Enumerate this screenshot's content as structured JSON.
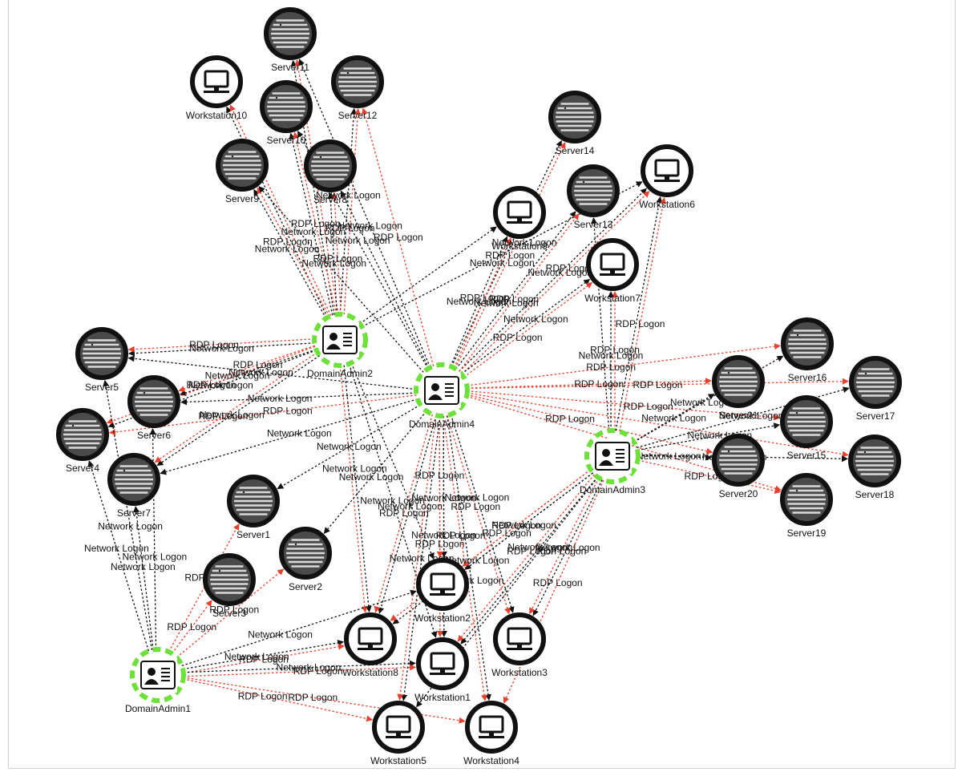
{
  "nodes": [
    {
      "id": "Server11",
      "label": "Server11",
      "kind": "server"
    },
    {
      "id": "Workstation10",
      "label": "Workstation10",
      "kind": "workstation"
    },
    {
      "id": "Server12",
      "label": "Server12",
      "kind": "server"
    },
    {
      "id": "Server10",
      "label": "Server10",
      "kind": "server"
    },
    {
      "id": "Server9",
      "label": "Server9",
      "kind": "server"
    },
    {
      "id": "Server8",
      "label": "Server8",
      "kind": "server"
    },
    {
      "id": "Server14",
      "label": "Server14",
      "kind": "server"
    },
    {
      "id": "Workstation6",
      "label": "Workstation6",
      "kind": "workstation"
    },
    {
      "id": "Server13",
      "label": "Server13",
      "kind": "server"
    },
    {
      "id": "Workstation9",
      "label": "Workstation9",
      "kind": "workstation"
    },
    {
      "id": "Workstation7",
      "label": "Workstation7",
      "kind": "workstation"
    },
    {
      "id": "DomainAdmin2",
      "label": "DomainAdmin2",
      "kind": "admin"
    },
    {
      "id": "DomainAdmin4",
      "label": "DomainAdmin4",
      "kind": "admin"
    },
    {
      "id": "DomainAdmin3",
      "label": "DomainAdmin3",
      "kind": "admin"
    },
    {
      "id": "DomainAdmin1",
      "label": "DomainAdmin1",
      "kind": "admin"
    },
    {
      "id": "Server5",
      "label": "Server5",
      "kind": "server"
    },
    {
      "id": "Server6",
      "label": "Server6",
      "kind": "server"
    },
    {
      "id": "Server4",
      "label": "Server4",
      "kind": "server"
    },
    {
      "id": "Server7",
      "label": "Server7",
      "kind": "server"
    },
    {
      "id": "Server1",
      "label": "Server1",
      "kind": "server"
    },
    {
      "id": "Server2",
      "label": "Server2",
      "kind": "server"
    },
    {
      "id": "Server3",
      "label": "Server3",
      "kind": "server"
    },
    {
      "id": "Server16",
      "label": "Server16",
      "kind": "server"
    },
    {
      "id": "Server21",
      "label": "Server21",
      "kind": "server"
    },
    {
      "id": "Server17",
      "label": "Server17",
      "kind": "server"
    },
    {
      "id": "Server15",
      "label": "Server15",
      "kind": "server"
    },
    {
      "id": "Server20",
      "label": "Server20",
      "kind": "server"
    },
    {
      "id": "Server18",
      "label": "Server18",
      "kind": "server"
    },
    {
      "id": "Server19",
      "label": "Server19",
      "kind": "server"
    },
    {
      "id": "Workstation2",
      "label": "Workstation2",
      "kind": "workstation"
    },
    {
      "id": "Workstation8",
      "label": "Workstation8",
      "kind": "workstation"
    },
    {
      "id": "Workstation1",
      "label": "Workstation1",
      "kind": "workstation"
    },
    {
      "id": "Workstation3",
      "label": "Workstation3",
      "kind": "workstation"
    },
    {
      "id": "Workstation5",
      "label": "Workstation5",
      "kind": "workstation"
    },
    {
      "id": "Workstation4",
      "label": "Workstation4",
      "kind": "workstation"
    }
  ],
  "edges": [
    {
      "from": "DomainAdmin2",
      "to": "Server11",
      "type": "network",
      "label": ""
    },
    {
      "from": "DomainAdmin2",
      "to": "Server11",
      "type": "rdp",
      "label": ""
    },
    {
      "from": "DomainAdmin2",
      "to": "Workstation10",
      "type": "network",
      "label": ""
    },
    {
      "from": "DomainAdmin2",
      "to": "Workstation10",
      "type": "rdp",
      "label": ""
    },
    {
      "from": "DomainAdmin2",
      "to": "Server12",
      "type": "network",
      "label": "Network Logon"
    },
    {
      "from": "DomainAdmin2",
      "to": "Server12",
      "type": "rdp",
      "label": "RDP Logon"
    },
    {
      "from": "DomainAdmin2",
      "to": "Server10",
      "type": "network",
      "label": "Network Logon"
    },
    {
      "from": "DomainAdmin2",
      "to": "Server10",
      "type": "rdp",
      "label": "RDP Logon"
    },
    {
      "from": "DomainAdmin2",
      "to": "Server9",
      "type": "network",
      "label": "Network Logon"
    },
    {
      "from": "DomainAdmin2",
      "to": "Server9",
      "type": "rdp",
      "label": "RDP Logon"
    },
    {
      "from": "DomainAdmin2",
      "to": "Server8",
      "type": "network",
      "label": "Network Logon"
    },
    {
      "from": "DomainAdmin2",
      "to": "Server8",
      "type": "rdp",
      "label": "RDP Logon"
    },
    {
      "from": "DomainAdmin2",
      "to": "Server5",
      "type": "network",
      "label": "Network Logon"
    },
    {
      "from": "DomainAdmin2",
      "to": "Server5",
      "type": "rdp",
      "label": "RDP Logon"
    },
    {
      "from": "DomainAdmin2",
      "to": "Server6",
      "type": "network",
      "label": "Network Logon"
    },
    {
      "from": "DomainAdmin2",
      "to": "Server6",
      "type": "rdp",
      "label": "RDP Logon"
    },
    {
      "from": "DomainAdmin2",
      "to": "Server4",
      "type": "network",
      "label": "Network Logon"
    },
    {
      "from": "DomainAdmin2",
      "to": "Server4",
      "type": "rdp",
      "label": "RDP Logon"
    },
    {
      "from": "DomainAdmin2",
      "to": "Server7",
      "type": "network",
      "label": "Network Logon"
    },
    {
      "from": "DomainAdmin2",
      "to": "Server7",
      "type": "rdp",
      "label": "RDP Logon"
    },
    {
      "from": "DomainAdmin2",
      "to": "Workstation8",
      "type": "network",
      "label": "Network Logon"
    },
    {
      "from": "DomainAdmin2",
      "to": "Workstation8",
      "type": "rdp",
      "label": ""
    },
    {
      "from": "DomainAdmin2",
      "to": "Workstation1",
      "type": "network",
      "label": "Network Logon"
    },
    {
      "from": "DomainAdmin2",
      "to": "Workstation2",
      "type": "network",
      "label": ""
    },
    {
      "from": "DomainAdmin2",
      "to": "Workstation6",
      "type": "network",
      "label": "Network Logon"
    },
    {
      "from": "DomainAdmin2",
      "to": "Workstation9",
      "type": "network",
      "label": ""
    },
    {
      "from": "DomainAdmin4",
      "to": "Server11",
      "type": "network",
      "label": "Network Logon"
    },
    {
      "from": "DomainAdmin4",
      "to": "Server12",
      "type": "rdp",
      "label": "RDP Logon"
    },
    {
      "from": "DomainAdmin4",
      "to": "Server10",
      "type": "network",
      "label": "Network Logon"
    },
    {
      "from": "DomainAdmin4",
      "to": "Server8",
      "type": "network",
      "label": ""
    },
    {
      "from": "DomainAdmin4",
      "to": "Server9",
      "type": "network",
      "label": ""
    },
    {
      "from": "DomainAdmin4",
      "to": "Server14",
      "type": "network",
      "label": "Network Logon"
    },
    {
      "from": "DomainAdmin4",
      "to": "Server14",
      "type": "rdp",
      "label": "RDP Logon"
    },
    {
      "from": "DomainAdmin4",
      "to": "Workstation6",
      "type": "network",
      "label": "Network Logon"
    },
    {
      "from": "DomainAdmin4",
      "to": "Workstation6",
      "type": "rdp",
      "label": "RDP Logon"
    },
    {
      "from": "DomainAdmin4",
      "to": "Server13",
      "type": "network",
      "label": "Network Logon"
    },
    {
      "from": "DomainAdmin4",
      "to": "Server13",
      "type": "rdp",
      "label": "RDP Logon"
    },
    {
      "from": "DomainAdmin4",
      "to": "Workstation9",
      "type": "network",
      "label": "Network Logon"
    },
    {
      "from": "DomainAdmin4",
      "to": "Workstation9",
      "type": "rdp",
      "label": "RDP Logon"
    },
    {
      "from": "DomainAdmin4",
      "to": "Workstation7",
      "type": "network",
      "label": "Network Logon"
    },
    {
      "from": "DomainAdmin4",
      "to": "Workstation7",
      "type": "rdp",
      "label": "RDP Logon"
    },
    {
      "from": "DomainAdmin4",
      "to": "Server16",
      "type": "rdp",
      "label": "RDP Logon"
    },
    {
      "from": "DomainAdmin4",
      "to": "Server17",
      "type": "rdp",
      "label": "RDP Logon"
    },
    {
      "from": "DomainAdmin4",
      "to": "Server21",
      "type": "rdp",
      "label": "RDP Logon"
    },
    {
      "from": "DomainAdmin4",
      "to": "Server15",
      "type": "rdp",
      "label": "RDP Logon"
    },
    {
      "from": "DomainAdmin4",
      "to": "Server20",
      "type": "rdp",
      "label": "RDP Logon"
    },
    {
      "from": "DomainAdmin4",
      "to": "Server18",
      "type": "rdp",
      "label": ""
    },
    {
      "from": "DomainAdmin4",
      "to": "Server19",
      "type": "rdp",
      "label": ""
    },
    {
      "from": "DomainAdmin4",
      "to": "Server5",
      "type": "network",
      "label": "Network Logon"
    },
    {
      "from": "DomainAdmin4",
      "to": "Server6",
      "type": "network",
      "label": "Network Logon"
    },
    {
      "from": "DomainAdmin4",
      "to": "Server4",
      "type": "rdp",
      "label": "RDP Logon"
    },
    {
      "from": "DomainAdmin4",
      "to": "Server7",
      "type": "network",
      "label": "Network Logon"
    },
    {
      "from": "DomainAdmin4",
      "to": "Server1",
      "type": "network",
      "label": "Network Logon"
    },
    {
      "from": "DomainAdmin4",
      "to": "Server2",
      "type": "network",
      "label": "Network Logon"
    },
    {
      "from": "DomainAdmin4",
      "to": "Workstation2",
      "type": "network",
      "label": "Network Logon"
    },
    {
      "from": "DomainAdmin4",
      "to": "Workstation2",
      "type": "rdp",
      "label": "RDP Logon"
    },
    {
      "from": "DomainAdmin4",
      "to": "Workstation8",
      "type": "network",
      "label": "Network Logon"
    },
    {
      "from": "DomainAdmin4",
      "to": "Workstation8",
      "type": "rdp",
      "label": "RDP Logon"
    },
    {
      "from": "DomainAdmin4",
      "to": "Workstation1",
      "type": "network",
      "label": "Network Logon"
    },
    {
      "from": "DomainAdmin4",
      "to": "Workstation1",
      "type": "rdp",
      "label": "RDP Logon"
    },
    {
      "from": "DomainAdmin4",
      "to": "Workstation3",
      "type": "network",
      "label": "Network Logon"
    },
    {
      "from": "DomainAdmin4",
      "to": "Workstation3",
      "type": "rdp",
      "label": "RDP Logon"
    },
    {
      "from": "DomainAdmin4",
      "to": "Workstation5",
      "type": "network",
      "label": "Network Logon"
    },
    {
      "from": "DomainAdmin4",
      "to": "Workstation5",
      "type": "rdp",
      "label": ""
    },
    {
      "from": "DomainAdmin4",
      "to": "Workstation4",
      "type": "network",
      "label": "Network Logon"
    },
    {
      "from": "DomainAdmin4",
      "to": "Workstation4",
      "type": "rdp",
      "label": "RDP Logon"
    },
    {
      "from": "DomainAdmin3",
      "to": "Server16",
      "type": "network",
      "label": "Network Logon"
    },
    {
      "from": "DomainAdmin3",
      "to": "Server21",
      "type": "network",
      "label": "Network Logon"
    },
    {
      "from": "DomainAdmin3",
      "to": "Server17",
      "type": "network",
      "label": "Network Logon"
    },
    {
      "from": "DomainAdmin3",
      "to": "Server15",
      "type": "network",
      "label": "Network Logon"
    },
    {
      "from": "DomainAdmin3",
      "to": "Server20",
      "type": "network",
      "label": "Network Logon"
    },
    {
      "from": "DomainAdmin3",
      "to": "Server18",
      "type": "network",
      "label": "Network Logon"
    },
    {
      "from": "DomainAdmin3",
      "to": "Server19",
      "type": "rdp",
      "label": "RDP Logon"
    },
    {
      "from": "DomainAdmin3",
      "to": "Workstation7",
      "type": "network",
      "label": "Network Logon"
    },
    {
      "from": "DomainAdmin3",
      "to": "Workstation7",
      "type": "rdp",
      "label": "RDP Logon"
    },
    {
      "from": "DomainAdmin3",
      "to": "Workstation6",
      "type": "network",
      "label": ""
    },
    {
      "from": "DomainAdmin3",
      "to": "Workstation6",
      "type": "rdp",
      "label": "RDP Logon"
    },
    {
      "from": "DomainAdmin3",
      "to": "Server13",
      "type": "network",
      "label": ""
    },
    {
      "from": "DomainAdmin3",
      "to": "Workstation2",
      "type": "network",
      "label": "Network Logon"
    },
    {
      "from": "DomainAdmin3",
      "to": "Workstation2",
      "type": "rdp",
      "label": "RDP Logon"
    },
    {
      "from": "DomainAdmin3",
      "to": "Workstation1",
      "type": "network",
      "label": "Network Logon"
    },
    {
      "from": "DomainAdmin3",
      "to": "Workstation1",
      "type": "rdp",
      "label": "RDP Logon"
    },
    {
      "from": "DomainAdmin3",
      "to": "Workstation3",
      "type": "network",
      "label": "Network Logon"
    },
    {
      "from": "DomainAdmin3",
      "to": "Workstation3",
      "type": "rdp",
      "label": "RDP Logon"
    },
    {
      "from": "DomainAdmin3",
      "to": "Workstation8",
      "type": "network",
      "label": "Network Logon"
    },
    {
      "from": "DomainAdmin3",
      "to": "Workstation8",
      "type": "rdp",
      "label": "RDP Logon"
    },
    {
      "from": "DomainAdmin3",
      "to": "Workstation4",
      "type": "rdp",
      "label": "RDP Logon"
    },
    {
      "from": "DomainAdmin3",
      "to": "Workstation5",
      "type": "network",
      "label": ""
    },
    {
      "from": "DomainAdmin1",
      "to": "Server4",
      "type": "network",
      "label": "Network Logon"
    },
    {
      "from": "DomainAdmin1",
      "to": "Server7",
      "type": "network",
      "label": "Network Logon"
    },
    {
      "from": "DomainAdmin1",
      "to": "Server6",
      "type": "network",
      "label": "Network Logon"
    },
    {
      "from": "DomainAdmin1",
      "to": "Server5",
      "type": "network",
      "label": "Network Logon"
    },
    {
      "from": "DomainAdmin1",
      "to": "Server3",
      "type": "rdp",
      "label": "RDP Logon"
    },
    {
      "from": "DomainAdmin1",
      "to": "Server2",
      "type": "rdp",
      "label": "RDP Logon"
    },
    {
      "from": "DomainAdmin1",
      "to": "Server1",
      "type": "rdp",
      "label": "RDP Logon"
    },
    {
      "from": "DomainAdmin1",
      "to": "Workstation2",
      "type": "network",
      "label": "Network Logon"
    },
    {
      "from": "DomainAdmin1",
      "to": "Workstation8",
      "type": "network",
      "label": "Network Logon"
    },
    {
      "from": "DomainAdmin1",
      "to": "Workstation8",
      "type": "rdp",
      "label": "RDP Logon"
    },
    {
      "from": "DomainAdmin1",
      "to": "Workstation1",
      "type": "network",
      "label": "Network Logon"
    },
    {
      "from": "DomainAdmin1",
      "to": "Workstation1",
      "type": "rdp",
      "label": "RDP Logon"
    },
    {
      "from": "DomainAdmin1",
      "to": "Workstation5",
      "type": "rdp",
      "label": "RDP Logon"
    },
    {
      "from": "DomainAdmin1",
      "to": "Workstation4",
      "type": "rdp",
      "label": "RDP Logon"
    }
  ],
  "colors": {
    "network_edge": "#111111",
    "rdp_edge": "#e8402c",
    "node_ring": "#111111",
    "node_fill": "#4a4a4a",
    "server_stripe": "#d9d9d9",
    "workstation_fill": "#ffffff",
    "admin_dash": "#6ee03a",
    "label": "#111111"
  },
  "icons": {
    "server": "server-icon",
    "workstation": "monitor-icon",
    "admin": "user-id-card-icon"
  }
}
